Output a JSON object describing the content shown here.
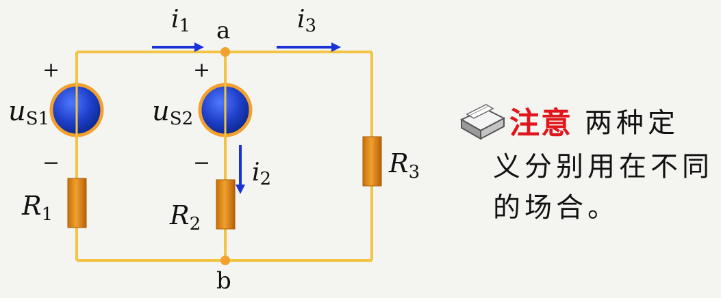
{
  "diagram": {
    "nodes": {
      "top": "a",
      "bottom": "b"
    },
    "currents": {
      "i1": {
        "sym": "i",
        "sub": "1"
      },
      "i2": {
        "sym": "i",
        "sub": "2"
      },
      "i3": {
        "sym": "i",
        "sub": "3"
      }
    },
    "sources": {
      "us1": {
        "sym": "u",
        "sub": "S1",
        "plus": "+",
        "minus": "−"
      },
      "us2": {
        "sym": "u",
        "sub": "S2",
        "plus": "+",
        "minus": "−"
      }
    },
    "resistors": {
      "r1": {
        "sym": "R",
        "sub": "1"
      },
      "r2": {
        "sym": "R",
        "sub": "2"
      },
      "r3": {
        "sym": "R",
        "sub": "3"
      }
    },
    "colors": {
      "wire": "#f2c443",
      "arrow": "#1a33d6",
      "resistor": "#e08a12",
      "source": "#1f3fc9"
    }
  },
  "note": {
    "icon": "notepad-icon",
    "label": "注意",
    "line1": "两种定",
    "line2": "义分别用在不同",
    "line3": "的场合。"
  }
}
